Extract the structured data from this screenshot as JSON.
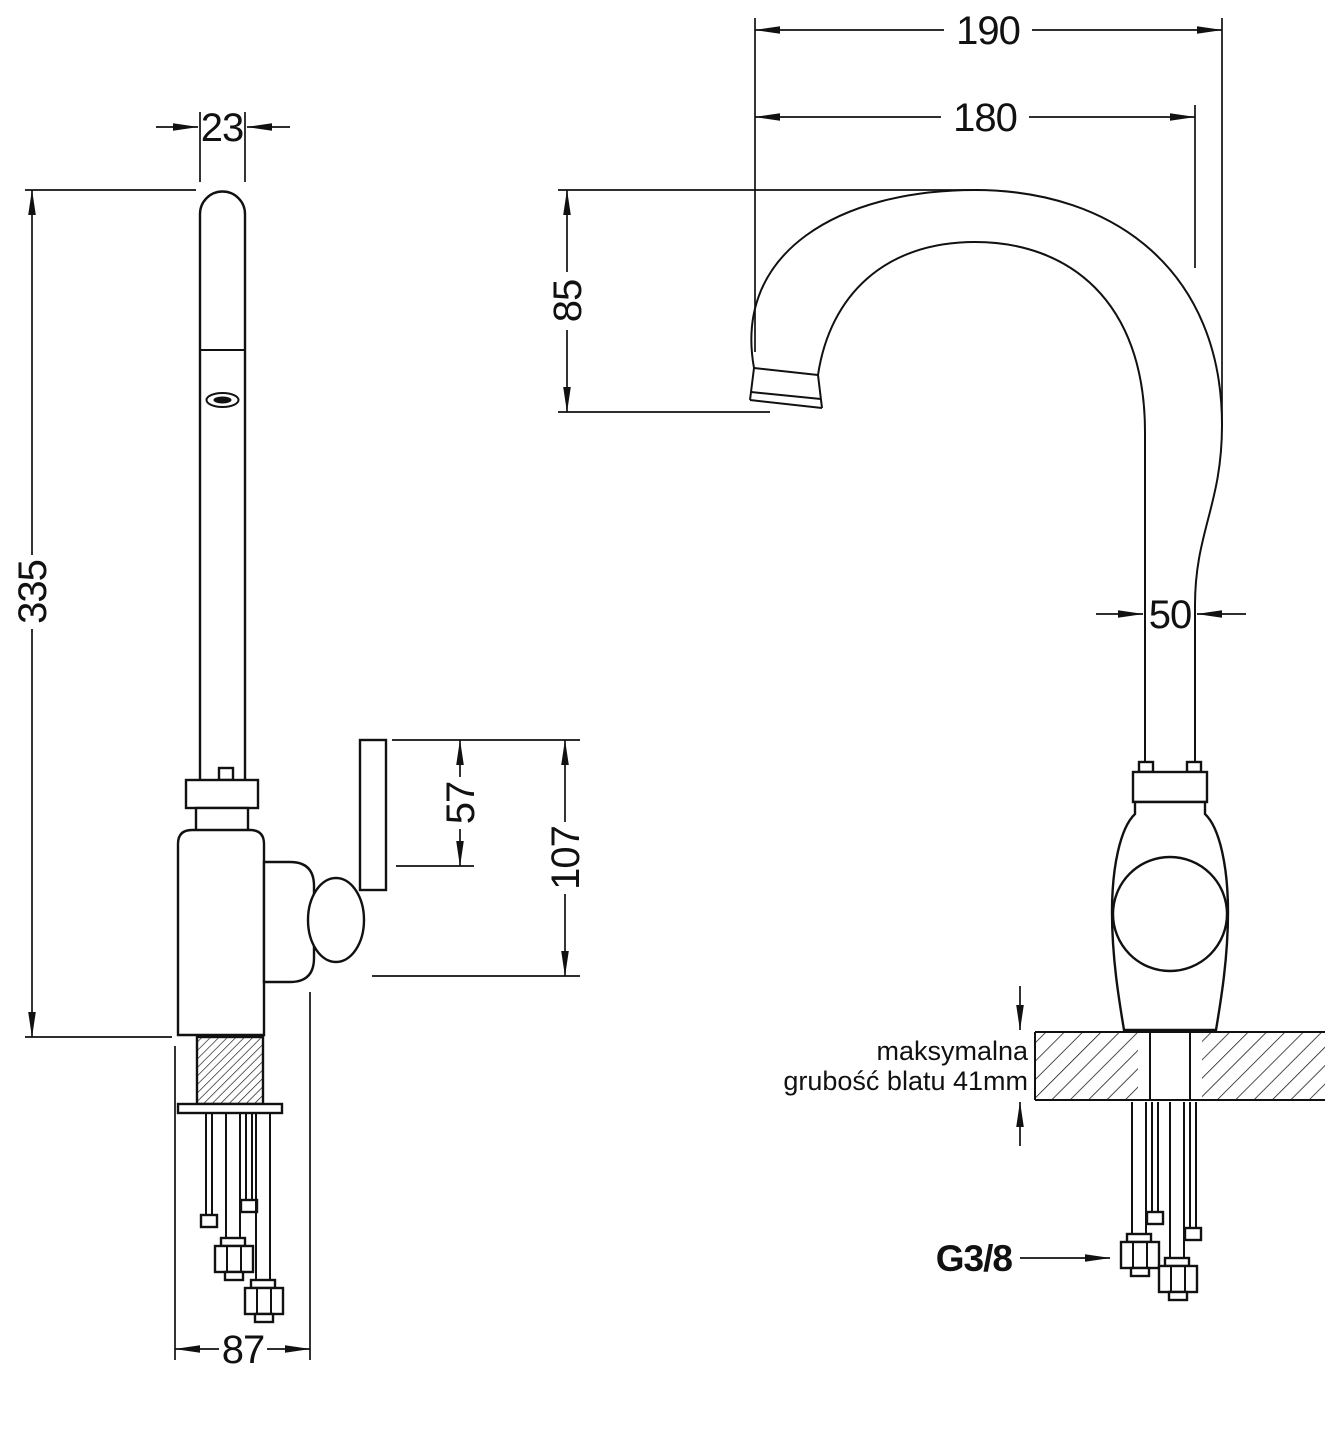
{
  "drawing": {
    "type": "faucet-technical-dimension-drawing",
    "background_color": "#ffffff",
    "line_color": "#111111",
    "dimensions": {
      "spout_pipe_width": "23",
      "total_height": "335",
      "base_width": "87",
      "handle_length": "57",
      "handle_total_height": "107",
      "overall_reach": "190",
      "spout_reach": "180",
      "spout_drop": "85",
      "riser_width": "50"
    },
    "labels": {
      "counter_note_line1": "maksymalna",
      "counter_note_line2": "grubość blatu 41mm",
      "thread_size": "G3/8"
    }
  }
}
